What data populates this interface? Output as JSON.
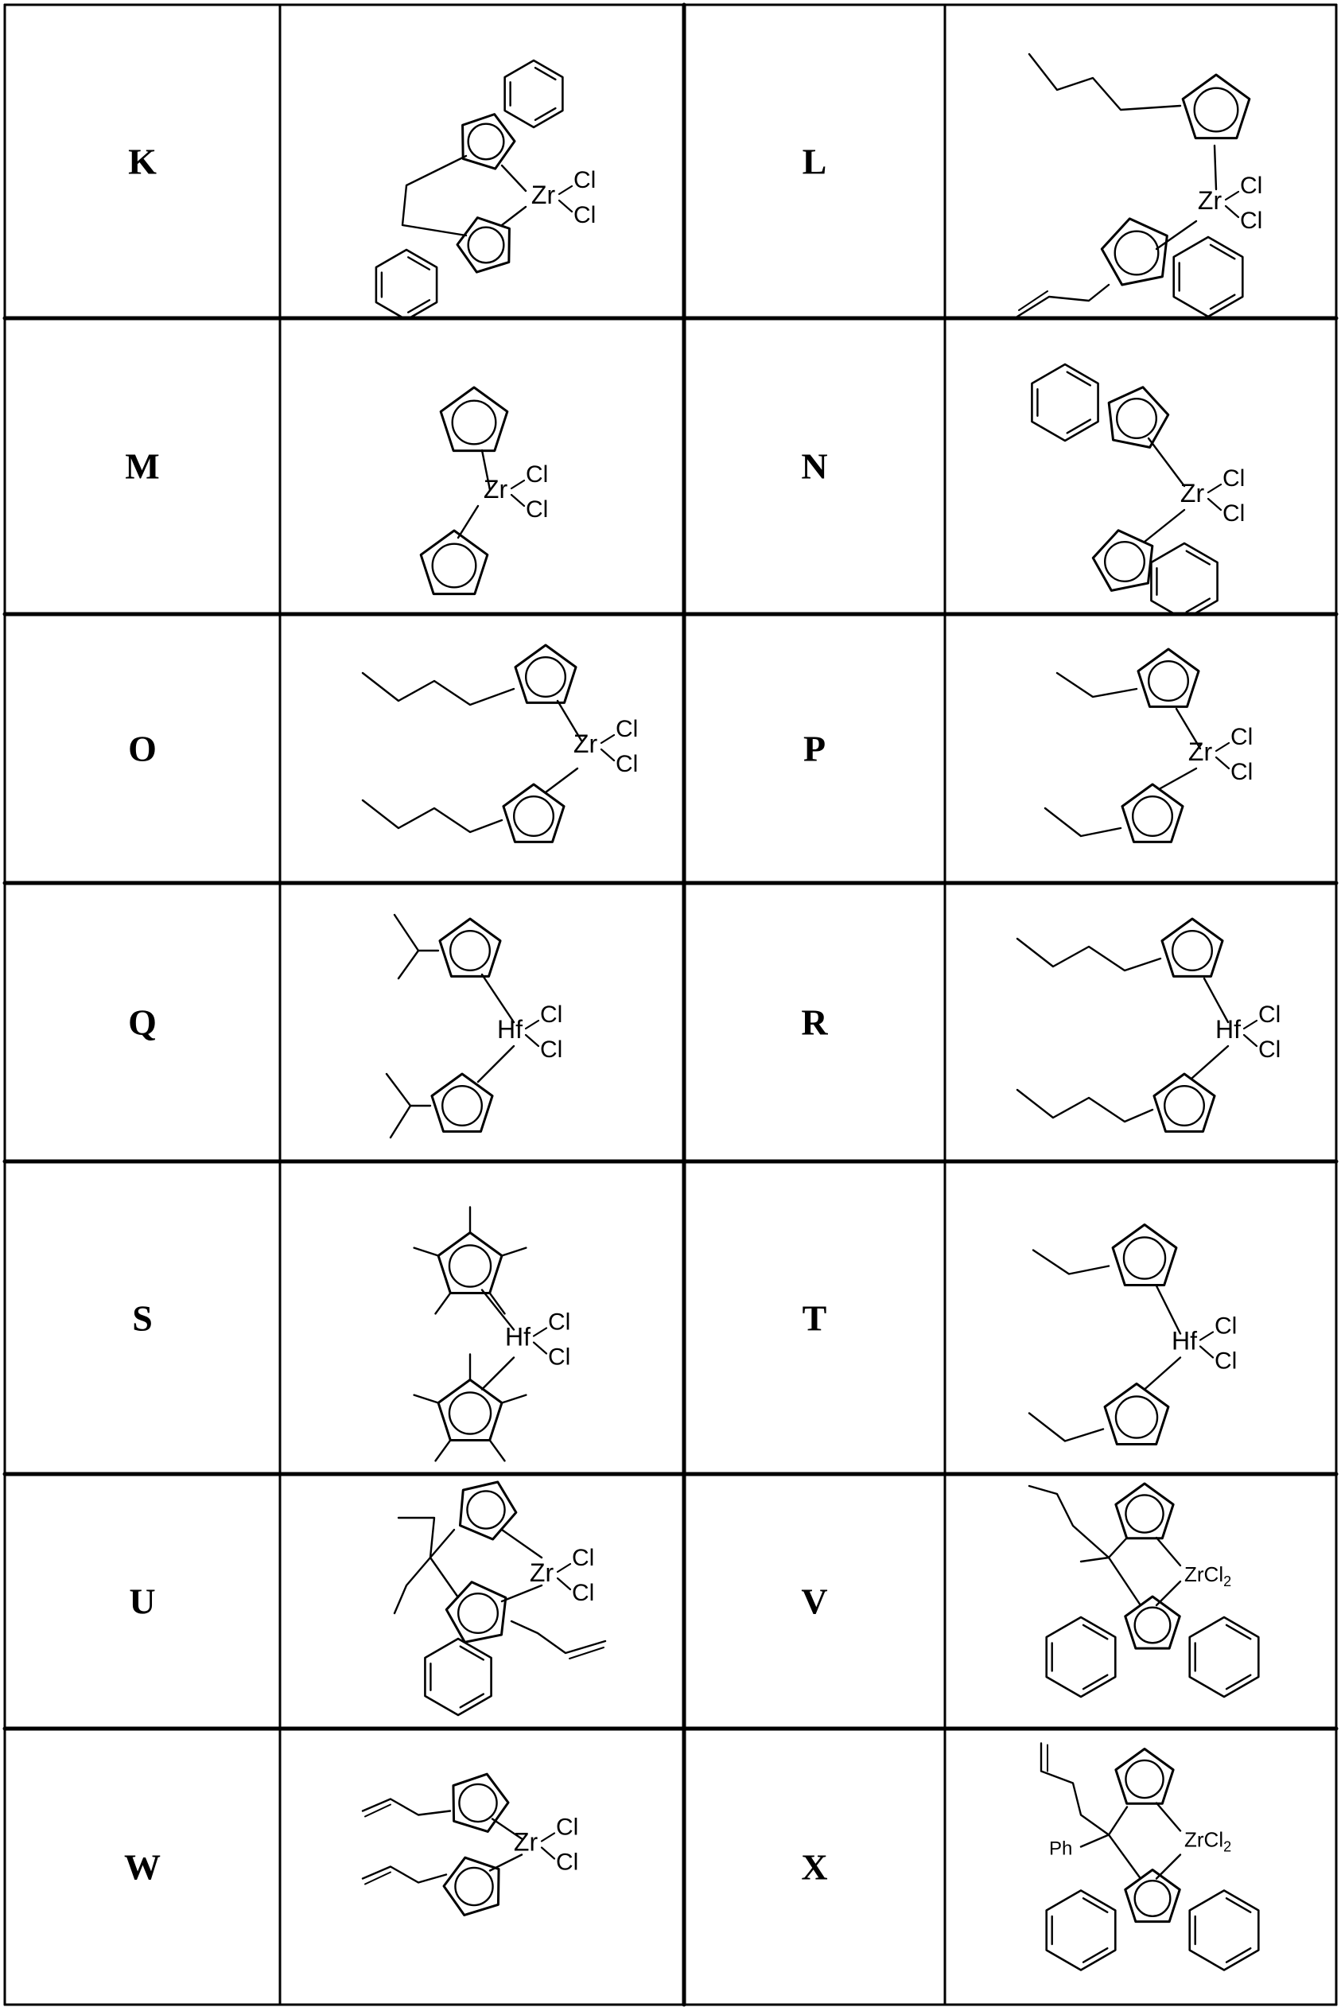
{
  "table": {
    "rows": [
      {
        "left": {
          "label": "K",
          "struct": "bis-indenyl-propylene-ZrCl2",
          "metal": "Zr",
          "ligand1": "Cl",
          "ligand2": "Cl"
        },
        "right": {
          "label": "L",
          "struct": "butylCp-allylIndenyl-ZrCl2",
          "metal": "Zr",
          "ligand1": "Cl",
          "ligand2": "Cl"
        }
      },
      {
        "left": {
          "label": "M",
          "struct": "Cp2ZrCl2",
          "metal": "Zr",
          "ligand1": "Cl",
          "ligand2": "Cl"
        },
        "right": {
          "label": "N",
          "struct": "Ind2ZrCl2",
          "metal": "Zr",
          "ligand1": "Cl",
          "ligand2": "Cl"
        }
      },
      {
        "left": {
          "label": "O",
          "struct": "(nBuCp)2ZrCl2",
          "metal": "Zr",
          "ligand1": "Cl",
          "ligand2": "Cl"
        },
        "right": {
          "label": "P",
          "struct": "(EtCp)2ZrCl2",
          "metal": "Zr",
          "ligand1": "Cl",
          "ligand2": "Cl"
        }
      },
      {
        "left": {
          "label": "Q",
          "struct": "(iPrCp)2HfCl2",
          "metal": "Hf",
          "ligand1": "Cl",
          "ligand2": "Cl"
        },
        "right": {
          "label": "R",
          "struct": "(nBuCp)2HfCl2",
          "metal": "Hf",
          "ligand1": "Cl",
          "ligand2": "Cl"
        }
      },
      {
        "left": {
          "label": "S",
          "struct": "Cp*2HfCl2",
          "metal": "Hf",
          "ligand1": "Cl",
          "ligand2": "Cl"
        },
        "right": {
          "label": "T",
          "struct": "(EtCp)2HfCl2",
          "metal": "Hf",
          "ligand1": "Cl",
          "ligand2": "Cl"
        }
      },
      {
        "left": {
          "label": "U",
          "struct": "ansa-Cp-allylIndenyl-ZrCl2",
          "metal": "Zr",
          "ligand1": "Cl",
          "ligand2": "Cl"
        },
        "right": {
          "label": "V",
          "struct": "ansa-Cp-Fluorenyl-ZrCl2",
          "metal_group": "ZrCl",
          "sub": "2"
        }
      },
      {
        "left": {
          "label": "W",
          "struct": "(butenylCp)2ZrCl2",
          "metal": "Zr",
          "ligand1": "Cl",
          "ligand2": "Cl"
        },
        "right": {
          "label": "X",
          "struct": "ansa-Cp-Fluorenyl-Ph-ZrCl2",
          "metal_group": "ZrCl",
          "sub": "2",
          "substituent": "Ph"
        }
      }
    ]
  },
  "colors": {
    "line": "#000000",
    "background": "#ffffff"
  }
}
